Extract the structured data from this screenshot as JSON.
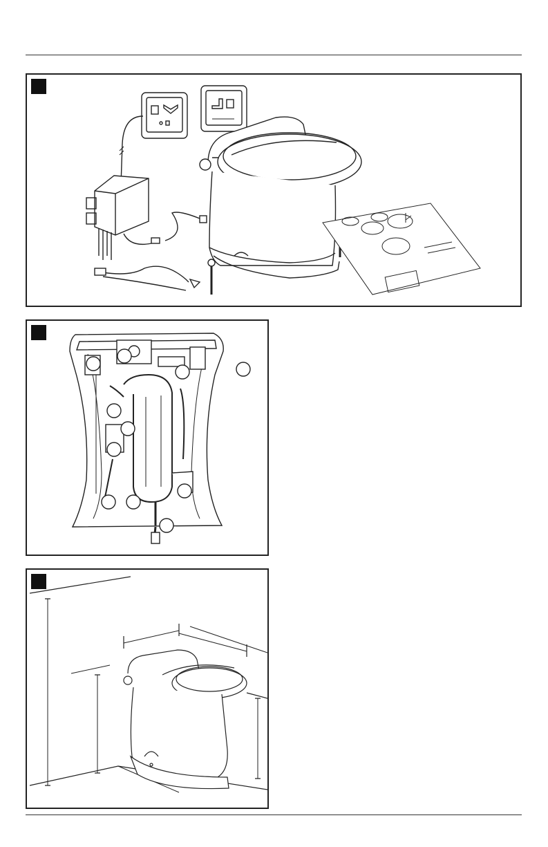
{
  "figures": [
    {
      "id": "fig-a",
      "callouts": []
    },
    {
      "id": "fig-b",
      "callouts": [
        "",
        "",
        "",
        "",
        "",
        "",
        "",
        "",
        "",
        "",
        "",
        ""
      ]
    },
    {
      "id": "fig-c",
      "callouts": []
    }
  ],
  "colors": {
    "ink": "#222222",
    "badge": "#111111",
    "rule": "#333333"
  }
}
